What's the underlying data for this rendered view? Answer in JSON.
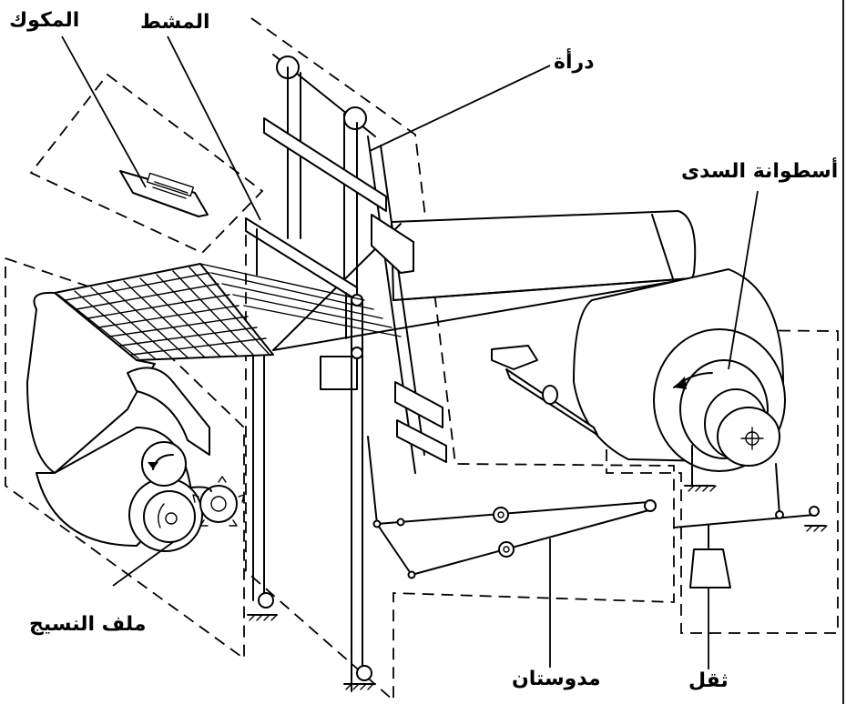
{
  "labels": {
    "shuttle": "المكوك",
    "reed": "المشط",
    "heddle": "درأة",
    "warp_beam": "أسطوانة السدى",
    "cloth_roll": "ملف النسيج",
    "treadles": "مدوستان",
    "weight": "ثقل"
  }
}
